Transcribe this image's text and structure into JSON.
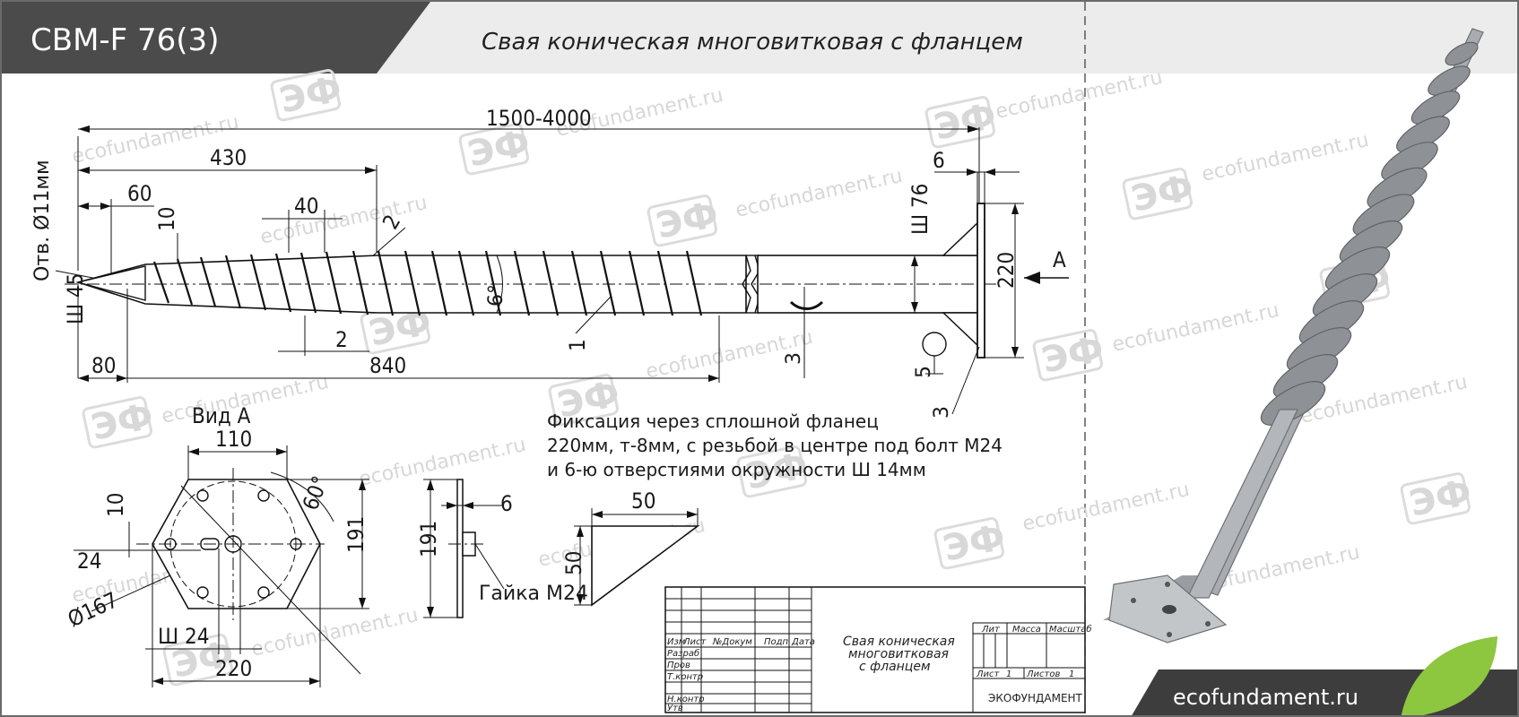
{
  "header": {
    "model": "СВМ-F 76(3)",
    "subtitle": "Свая коническая многовитковая с фланцем"
  },
  "watermark": {
    "site": "ecofundament.ru",
    "logo": "ЭФ"
  },
  "dimensions": {
    "overall": "1500-4000",
    "thread_length": "430",
    "tip_offset": "60",
    "pitch": "40",
    "pitch_h": "10",
    "hole": "Отв. Ø11мм",
    "label_2": "2",
    "label_1": "1",
    "angle": "6°",
    "pipe": "Ш 76",
    "flange_thk": "6",
    "flange_h": "220",
    "view_arrow": "А",
    "tip_dia": "Ш 45",
    "blade_t": "2",
    "tip_len": "80",
    "cone_len": "840",
    "weld_3a": "3",
    "weld_5": "5",
    "weld_3b": "3"
  },
  "view_a": {
    "title": "Вид А",
    "d110": "110",
    "d10": "10",
    "d24": "24",
    "d60": "60°",
    "d191": "191",
    "d167": "Ø167",
    "d_sh24": "Ш 24",
    "d220": "220"
  },
  "side_view": {
    "d191": "191",
    "d6": "6",
    "nut": "Гайка М24"
  },
  "gusset": {
    "d50w": "50",
    "d50h": "50"
  },
  "note": {
    "line1": "Фиксация через сплошной фланец",
    "line2": "220мм, т-8мм, с резьбой в центре под болт М24",
    "line3": "и 6-ю отверстиями окружности Ш 14мм"
  },
  "stamp": {
    "title1": "Свая коническая",
    "title2": "многовитковая",
    "title3": "с фланцем",
    "col_izm": "Изм",
    "col_list": "Лист",
    "col_doc": "№Докум",
    "col_podp": "Подп",
    "col_data": "Дата",
    "row_razrab": "Разраб",
    "row_prov": "Пров",
    "row_tkontr": "Т.контр",
    "row_nkontr": "Н.контр",
    "row_utv": "Утв",
    "lit": "Лит",
    "massa": "Масса",
    "masshtab": "Масштаб",
    "list": "Лист",
    "list_n": "1",
    "listov": "Листов",
    "listov_n": "1",
    "company": "ЭКОФУНДАМЕНТ"
  },
  "footer": {
    "site": "ecofundament.ru"
  },
  "colors": {
    "header_bg": "#4b4b4b",
    "banner_bg": "#ececec",
    "footer_bg": "#3d3d3d",
    "leaf": "#8dc63f",
    "pile": "#9a9ea3"
  }
}
